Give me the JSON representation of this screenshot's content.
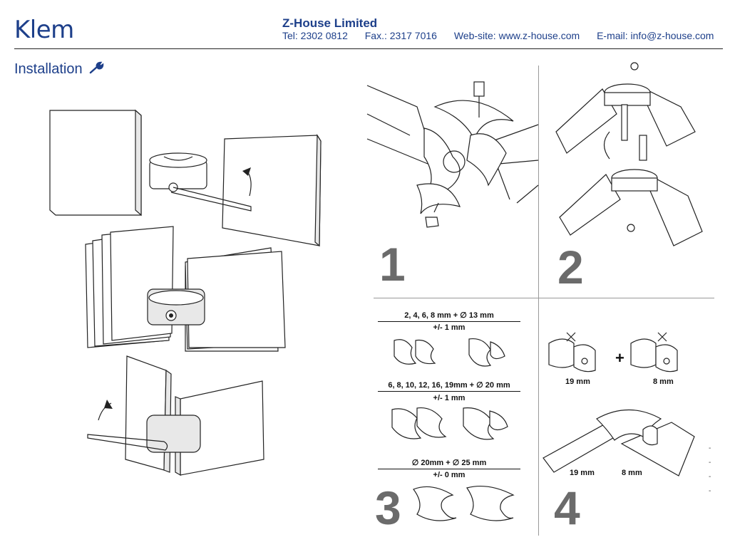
{
  "header": {
    "logo": "Klem",
    "company": "Z-House Limited",
    "tel": "Tel: 2302 0812",
    "fax": "Fax.: 2317 7016",
    "website": "Web-site: www.z-house.com",
    "email": "E-mail: info@z-house.com"
  },
  "section": {
    "title": "Installation",
    "icon": "wrench-icon"
  },
  "steps": [
    {
      "number": "1"
    },
    {
      "number": "2"
    },
    {
      "number": "3"
    },
    {
      "number": "4"
    }
  ],
  "specs": [
    {
      "title": "2, 4, 6, 8 mm + ∅ 13 mm",
      "tolerance": "+/- 1 mm"
    },
    {
      "title": "6, 8, 10, 12, 16, 19mm + ∅ 20 mm",
      "tolerance": "+/- 1 mm"
    },
    {
      "title": "∅ 20mm + ∅ 25 mm",
      "tolerance": "+/- 0 mm"
    }
  ],
  "cut": {
    "left": "19 mm",
    "plus": "+",
    "right": "8 mm"
  },
  "assembled": {
    "left": "19 mm",
    "right": "8 mm"
  },
  "colors": {
    "brand": "#1d3f8a",
    "step_number": "#6b6b6b"
  }
}
